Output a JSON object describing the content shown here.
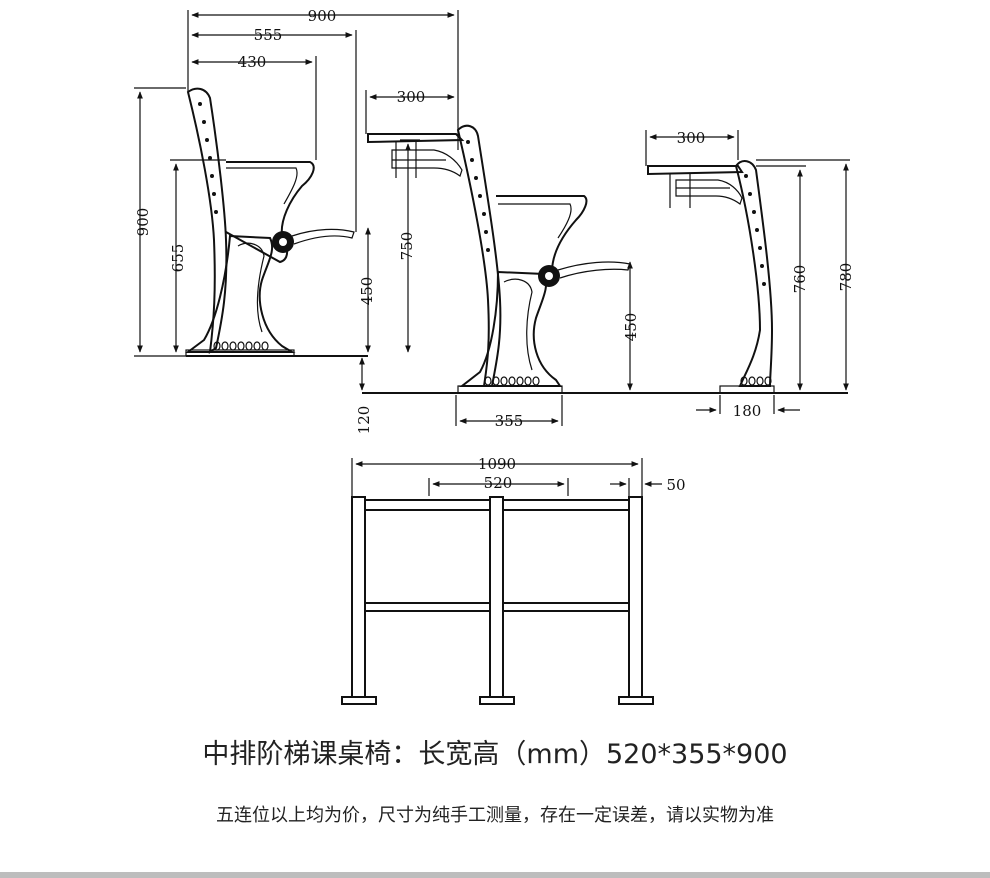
{
  "dimensions": {
    "side_total_width": "900",
    "side_seat_depth": "555",
    "side_armrest_depth": "430",
    "side_total_height": "900",
    "side_armrest_height": "655",
    "mid_desk_depth": "300",
    "mid_desk_height": "750",
    "mid_seat_height_a": "450",
    "mid_seat_height_b": "450",
    "mid_step": "120",
    "mid_base": "355",
    "right_desk_depth": "300",
    "right_height_a": "760",
    "right_height_b": "780",
    "right_base": "180",
    "front_total_width": "1090",
    "front_seat_width": "520",
    "front_post": "50"
  },
  "caption": {
    "title": "中排阶梯课桌椅：长宽高（mm）520*355*900",
    "note": "五连位以上均为价，尺寸为纯手工测量，存在一定误差，请以实物为准"
  }
}
